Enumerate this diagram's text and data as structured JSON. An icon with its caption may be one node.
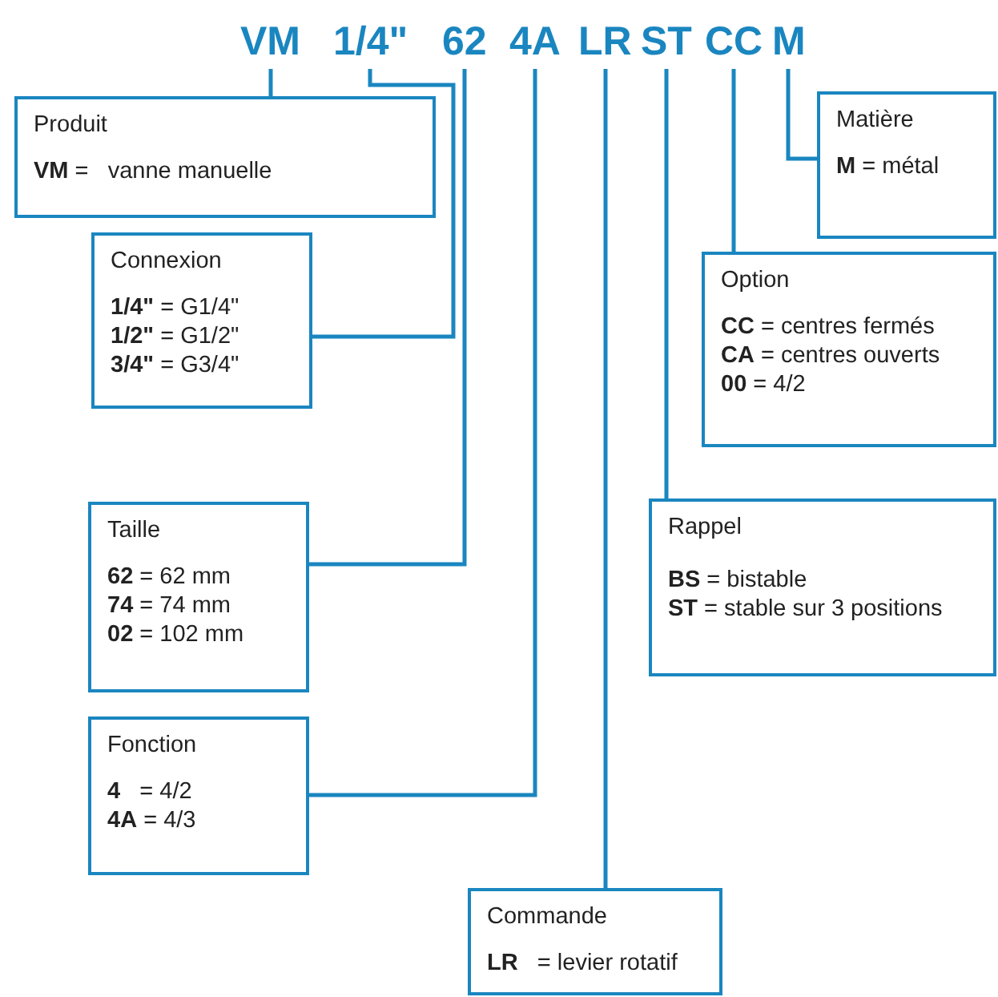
{
  "diagram": {
    "nodes": [
      {
        "text": [
          "VM"
        ]
      },
      {
        "text": [
          "1/4\""
        ]
      },
      {
        "text": [
          "62"
        ]
      },
      {
        "text": [
          "4A"
        ]
      },
      {
        "text": [
          "LR"
        ]
      },
      {
        "text": [
          "ST"
        ]
      },
      {
        "text": [
          "CC"
        ]
      },
      {
        "text": [
          "M"
        ]
      },
      {
        "text": [
          "Produit",
          "**VM** =   vanne manuelle"
        ]
      },
      {
        "text": [
          "Connexion",
          "**1/4\"** = G1/4\"",
          "**1/2\"** = G1/2\"",
          "**3/4\"** = G3/4\""
        ]
      },
      {
        "text": [
          "Taille",
          "**62** = 62 mm",
          "**74** = 74 mm",
          "**02** = 102 mm"
        ]
      },
      {
        "text": [
          "Fonction",
          "**4**   = 4/2",
          "**4A** = 4/3"
        ]
      },
      {
        "text": [
          "Commande",
          "**LR**   = levier rotatif"
        ]
      },
      {
        "text": [
          "Rappel",
          "**BS** = bistable",
          "**ST** = stable sur 3 positions"
        ]
      },
      {
        "text": [
          "Option",
          "**CC** = centres fermés",
          "**CA** = centres ouverts",
          "**00** = 4/2"
        ]
      },
      {
        "text": [
          "Matière",
          "**M** = métal"
        ]
      }
    ],
    "edges": [
      {
        "from": 0,
        "to": 8,
        "arrow": "none"
      },
      {
        "from": 1,
        "to": 9,
        "arrow": "none"
      },
      {
        "from": 2,
        "to": 10,
        "arrow": "none"
      },
      {
        "from": 3,
        "to": 11,
        "arrow": "none"
      },
      {
        "from": 4,
        "to": 12,
        "arrow": "none"
      },
      {
        "from": 5,
        "to": 13,
        "arrow": "none"
      },
      {
        "from": 6,
        "to": 14,
        "arrow": "none"
      },
      {
        "from": 7,
        "to": 15,
        "arrow": "none"
      }
    ]
  }
}
